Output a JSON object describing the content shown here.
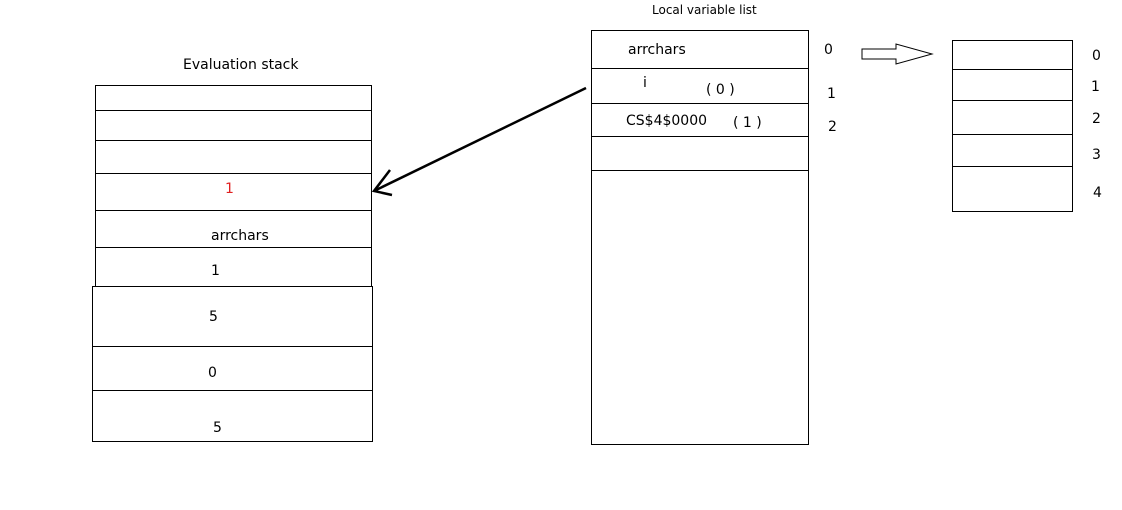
{
  "evaluation_stack": {
    "title": "Evaluation stack",
    "cells": [
      "1",
      "arrchars",
      "1",
      "5",
      "0",
      "5"
    ],
    "highlight_color": "#e02020"
  },
  "local_variable_list": {
    "title": "Local variable list",
    "entries": [
      {
        "name": "arrchars",
        "value": "",
        "index": "0"
      },
      {
        "name": "i",
        "value": "( 0 )",
        "index": "1"
      },
      {
        "name": "CS$4$0000",
        "value": "( 1 )",
        "index": "2"
      }
    ]
  },
  "array": {
    "indices": [
      "0",
      "1",
      "2",
      "3",
      "4"
    ]
  }
}
